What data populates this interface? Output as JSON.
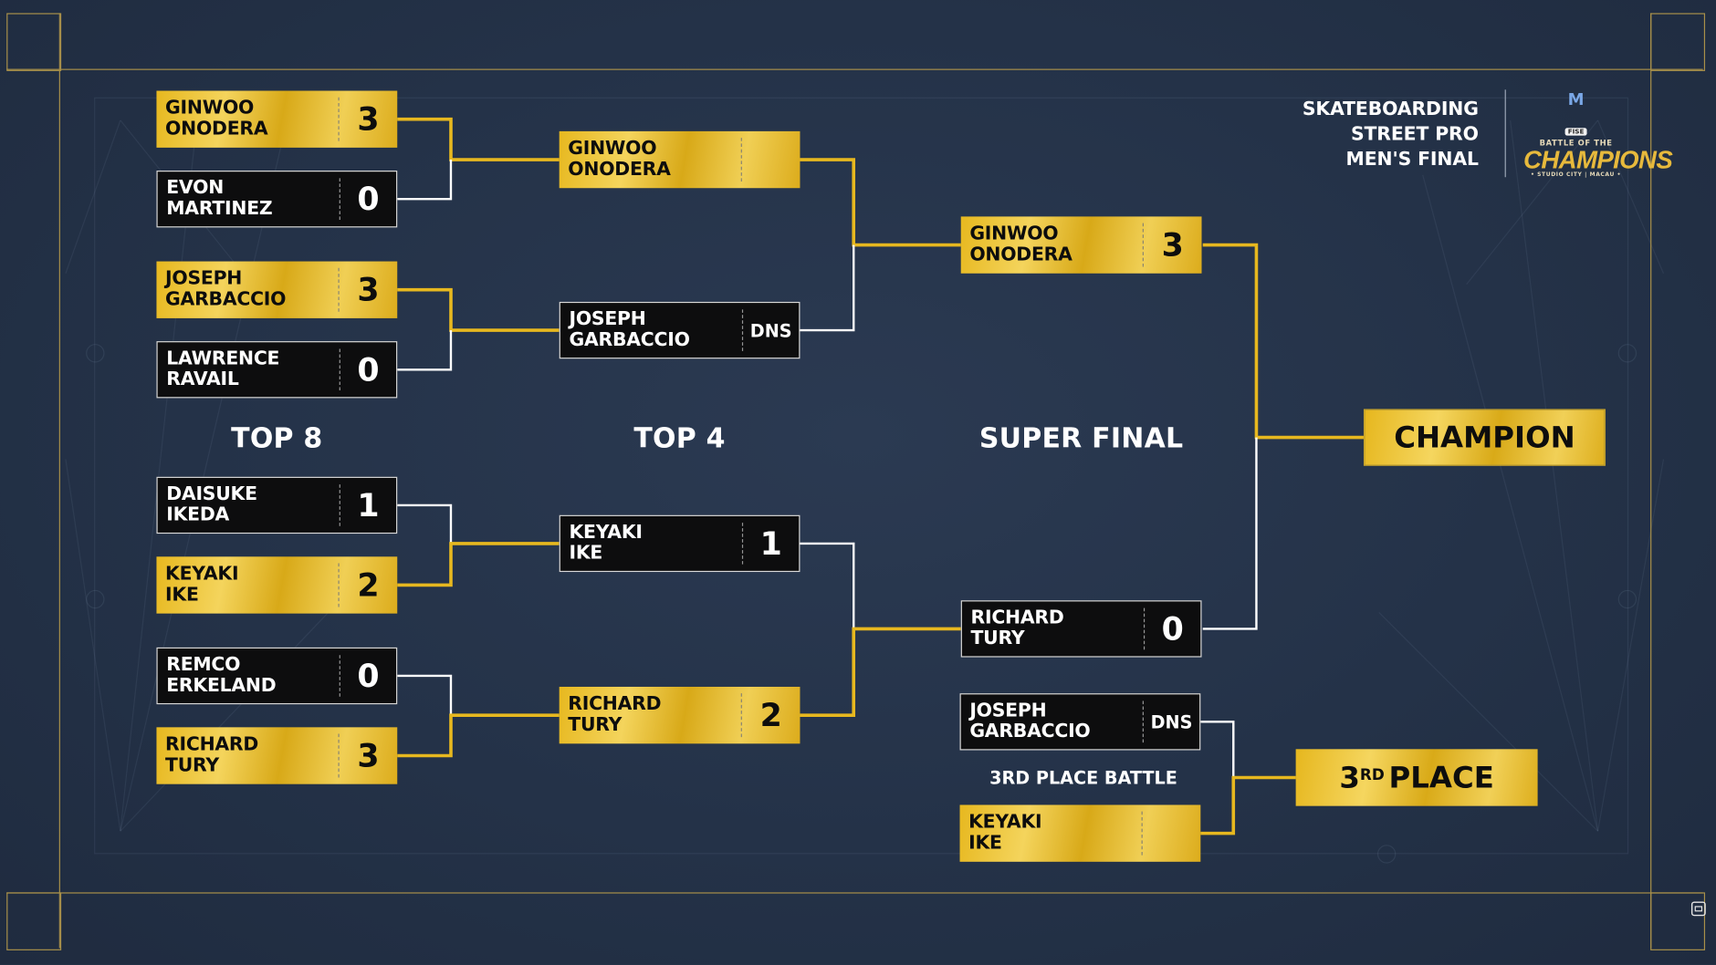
{
  "header": {
    "event_line1": "SKATEBOARDING",
    "event_line2": "STREET PRO",
    "event_line3": "MEN'S FINAL",
    "logo_top": "BATTLE OF THE",
    "logo_main": "CHAMPIONS",
    "logo_bottom": "• STUDIO CITY | MACAU •",
    "logo_badge": "FISE",
    "logo_mark": "M"
  },
  "round_labels": {
    "top8": "TOP 8",
    "top4": "TOP 4",
    "super_final": "SUPER FINAL",
    "third_battle": "3RD PLACE BATTLE"
  },
  "top8": [
    {
      "name": "GINWOO\nONODERA",
      "score": "3",
      "winner": true
    },
    {
      "name": "EVON\nMARTINEZ",
      "score": "0",
      "winner": false
    },
    {
      "name": "JOSEPH\nGARBACCIO",
      "score": "3",
      "winner": true
    },
    {
      "name": "LAWRENCE\nRAVAIL",
      "score": "0",
      "winner": false
    },
    {
      "name": "DAISUKE\nIKEDA",
      "score": "1",
      "winner": false
    },
    {
      "name": "KEYAKI\nIKE",
      "score": "2",
      "winner": true
    },
    {
      "name": "REMCO\nERKELAND",
      "score": "0",
      "winner": false
    },
    {
      "name": "RICHARD\nTURY",
      "score": "3",
      "winner": true
    }
  ],
  "top4": [
    {
      "name": "GINWOO\nONODERA",
      "score": "",
      "winner": true
    },
    {
      "name": "JOSEPH\nGARBACCIO",
      "score": "DNS",
      "winner": false
    },
    {
      "name": "KEYAKI\nIKE",
      "score": "1",
      "winner": false
    },
    {
      "name": "RICHARD\nTURY",
      "score": "2",
      "winner": true
    }
  ],
  "super_final": [
    {
      "name": "GINWOO\nONODERA",
      "score": "3",
      "winner": true
    },
    {
      "name": "RICHARD\nTURY",
      "score": "0",
      "winner": false
    }
  ],
  "third_place_battle": [
    {
      "name": "JOSEPH\nGARBACCIO",
      "score": "DNS",
      "winner": false
    },
    {
      "name": "KEYAKI\nIKE",
      "score": "",
      "winner": true
    }
  ],
  "results": {
    "champion": "CHAMPION",
    "third_place_number": "3",
    "third_place_suffix": "RD",
    "third_place_word": "PLACE"
  },
  "colors": {
    "background": "#26344a",
    "gold": "#e7b81f",
    "frame": "#a8904a",
    "loser_box": "#0d0d0e"
  },
  "icons": {
    "corner": "screenshot-icon"
  }
}
